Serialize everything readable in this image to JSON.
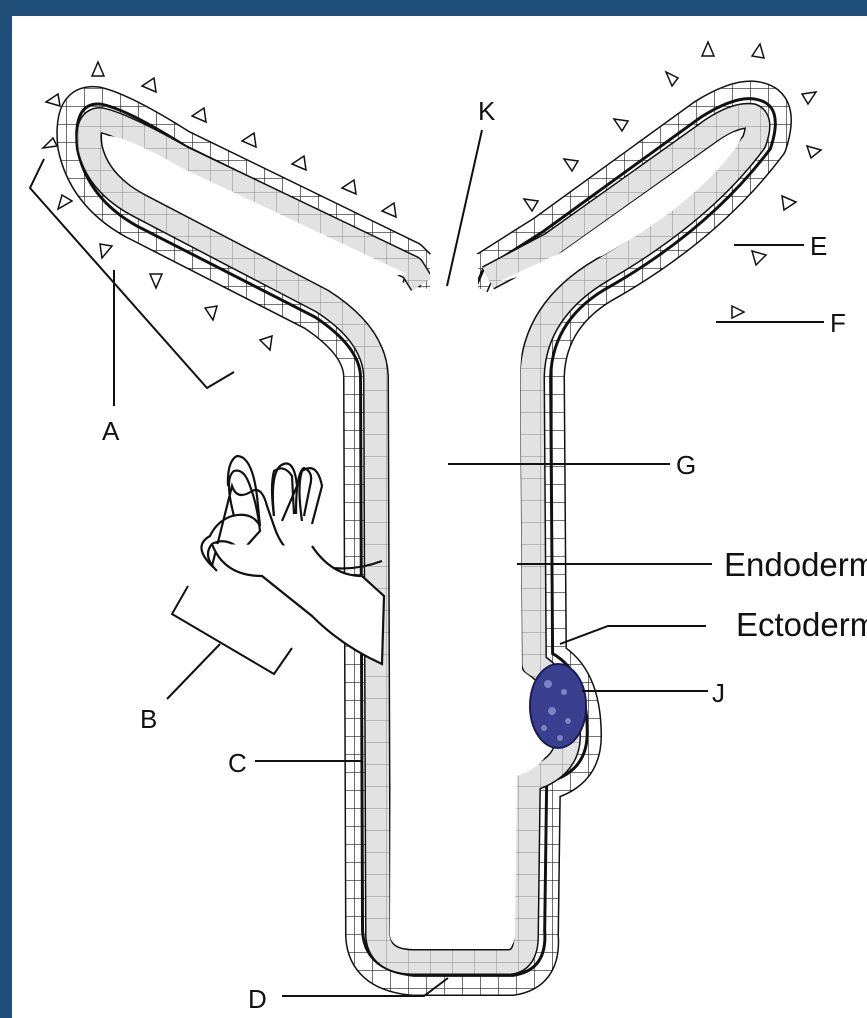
{
  "labels": {
    "A": "A",
    "B": "B",
    "C": "C",
    "D": "D",
    "E": "E",
    "F": "F",
    "G": "G",
    "J": "J",
    "K": "K",
    "endoderm": "Endoderm",
    "ectoderm": "Ectoderm"
  },
  "colors": {
    "frame": "#1f4e79",
    "endoderm_fill": "#e2e2e2",
    "gonad_fill": "#3a3f8f",
    "line": "#111111"
  }
}
